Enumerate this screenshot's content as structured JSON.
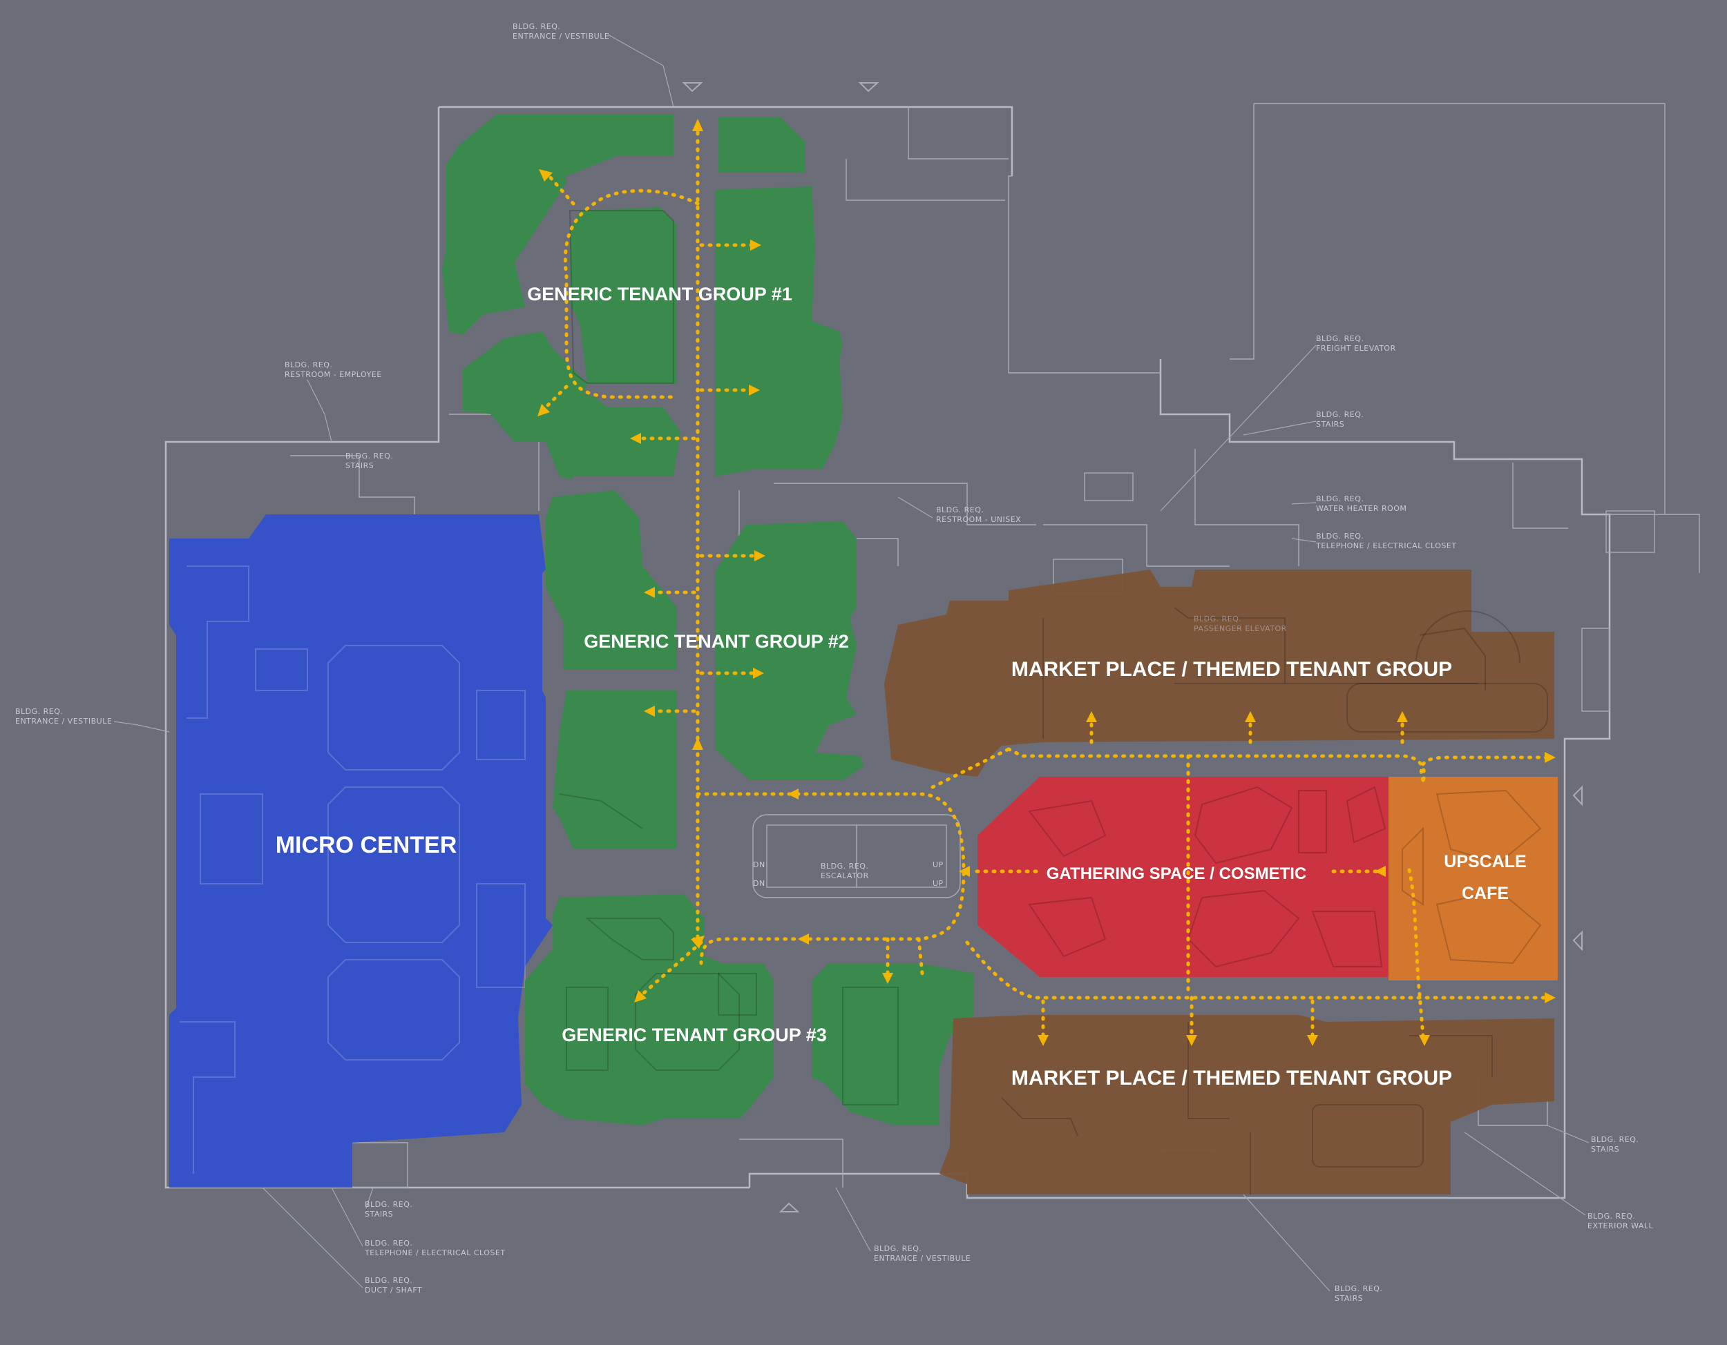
{
  "zones": {
    "micro_center": "MICRO CENTER",
    "tenant_group_1": "GENERIC TENANT GROUP #1",
    "tenant_group_2": "GENERIC TENANT GROUP #2",
    "tenant_group_3": "GENERIC TENANT GROUP #3",
    "market_place_top": "MARKET PLACE / THEMED TENANT GROUP",
    "market_place_bottom": "MARKET PLACE / THEMED TENANT GROUP",
    "gathering_space": "GATHERING SPACE / COSMETIC",
    "upscale_cafe_line1": "UPSCALE",
    "upscale_cafe_line2": "CAFE"
  },
  "colors": {
    "background": "#6b6d78",
    "micro_center": "#3451cc",
    "tenant_green": "#3a8a4e",
    "market_brown": "#7b5538",
    "gathering_red": "#cc3340",
    "cafe_orange": "#d3772f",
    "circulation_path": "#f4b400"
  },
  "annotations": {
    "entrance_top": [
      "BLDG. REQ.",
      "ENTRANCE / VESTIBULE"
    ],
    "restroom_employee": [
      "BLDG. REQ.",
      "RESTROOM - EMPLOYEE"
    ],
    "stairs_left": [
      "BLDG. REQ.",
      "STAIRS"
    ],
    "entrance_left": [
      "BLDG. REQ.",
      "ENTRANCE / VESTIBULE"
    ],
    "restroom_unisex": [
      "BLDG. REQ.",
      "RESTROOM - UNISEX"
    ],
    "freight_elevator": [
      "BLDG. REQ.",
      "FREIGHT ELEVATOR"
    ],
    "stairs_right": [
      "BLDG. REQ.",
      "STAIRS"
    ],
    "water_heater": [
      "BLDG. REQ.",
      "WATER HEATER ROOM"
    ],
    "telephone_right": [
      "BLDG. REQ.",
      "TELEPHONE / ELECTRICAL CLOSET"
    ],
    "passenger_elevator": [
      "BLDG. REQ.",
      "PASSENGER ELEVATOR"
    ],
    "escalator": [
      "BLDG. REQ.",
      "ESCALATOR"
    ],
    "stairs_bottom_left": [
      "BLDG. REQ.",
      "STAIRS"
    ],
    "telephone_bottom": [
      "BLDG. REQ.",
      "TELEPHONE / ELECTRICAL CLOSET"
    ],
    "duct_shaft": [
      "BLDG. REQ.",
      "DUCT / SHAFT"
    ],
    "entrance_bottom": [
      "BLDG. REQ.",
      "ENTRANCE / VESTIBULE"
    ],
    "stairs_bottom_right": [
      "BLDG. REQ.",
      "STAIRS"
    ],
    "stairs_far_right": [
      "BLDG. REQ.",
      "STAIRS"
    ],
    "exterior_wall": [
      "BLDG. REQ.",
      "EXTERIOR WALL"
    ]
  },
  "escalator_marks": {
    "up": "UP",
    "dn": "DN"
  }
}
